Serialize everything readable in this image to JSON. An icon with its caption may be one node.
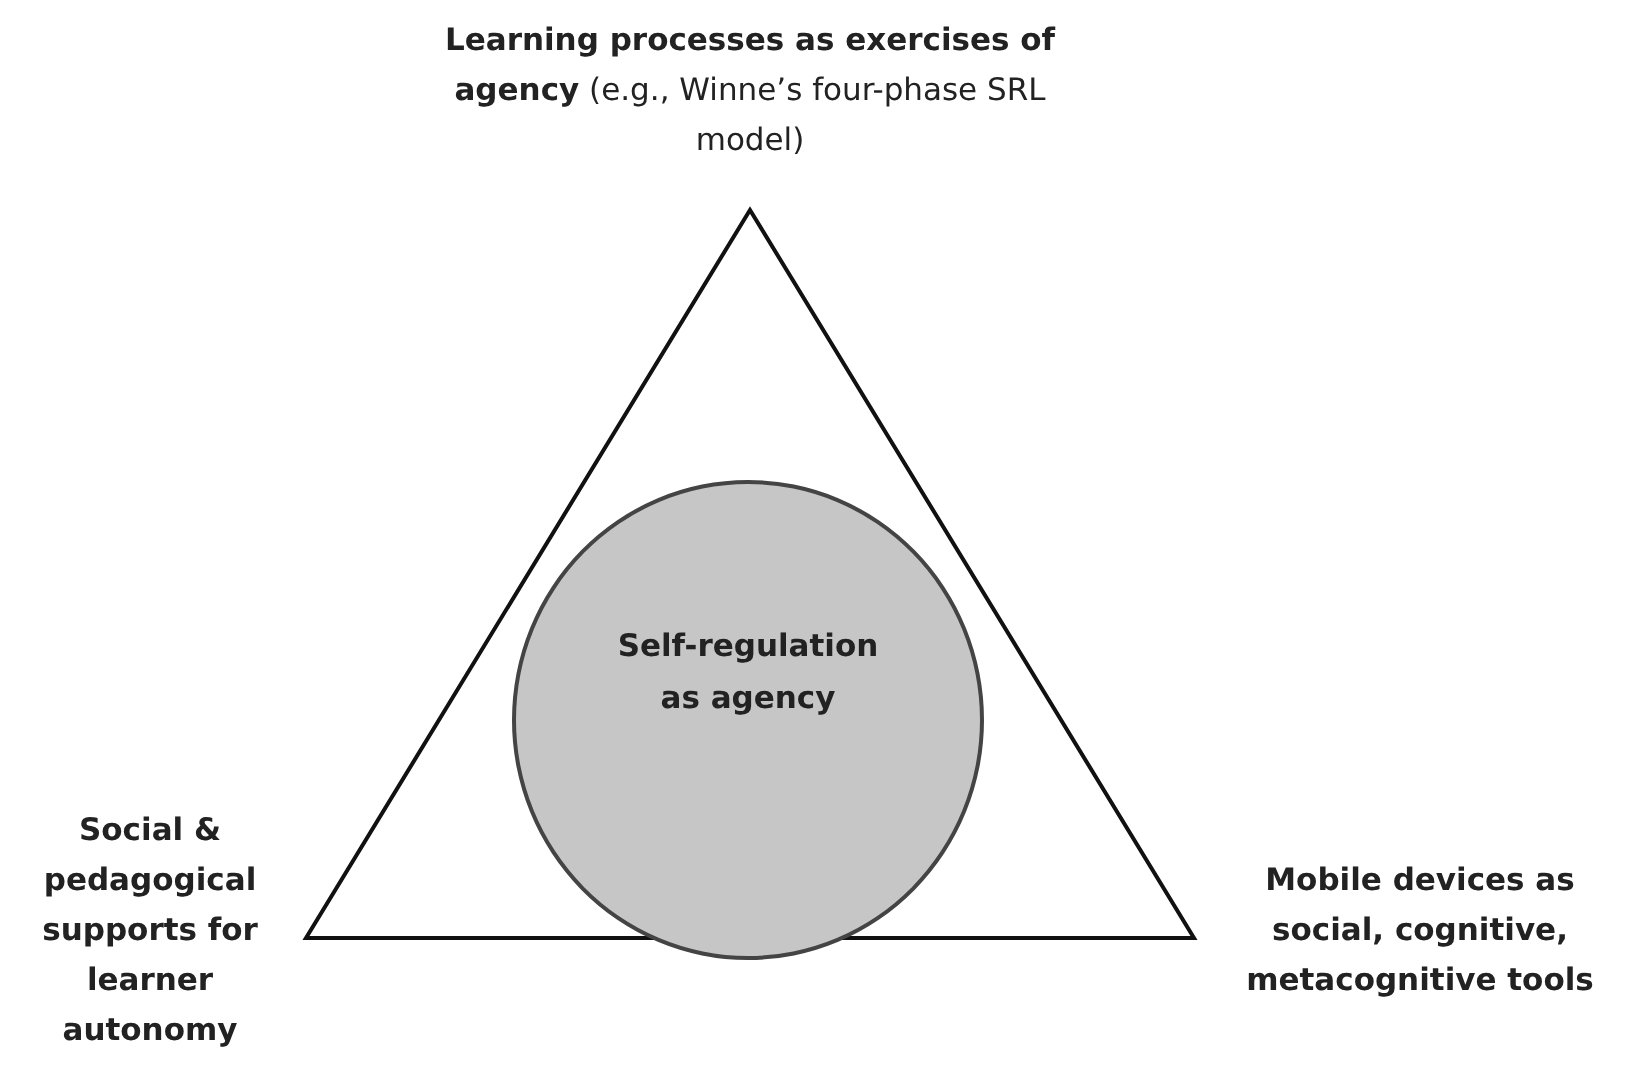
{
  "diagram": {
    "nodes": [
      {
        "text": [],
        "shape": "triangle"
      },
      {
        "text": [
          "Self-regulation as agency"
        ],
        "in": 0
      }
    ],
    "labels": [
      "**Learning processes as exercises of agency** (e.g., Winne’s four-phase SRL model)",
      "Social & pedagogical supports for learner autonomy",
      "Mobile devices as social, cognitive, metacognitive tools"
    ]
  }
}
